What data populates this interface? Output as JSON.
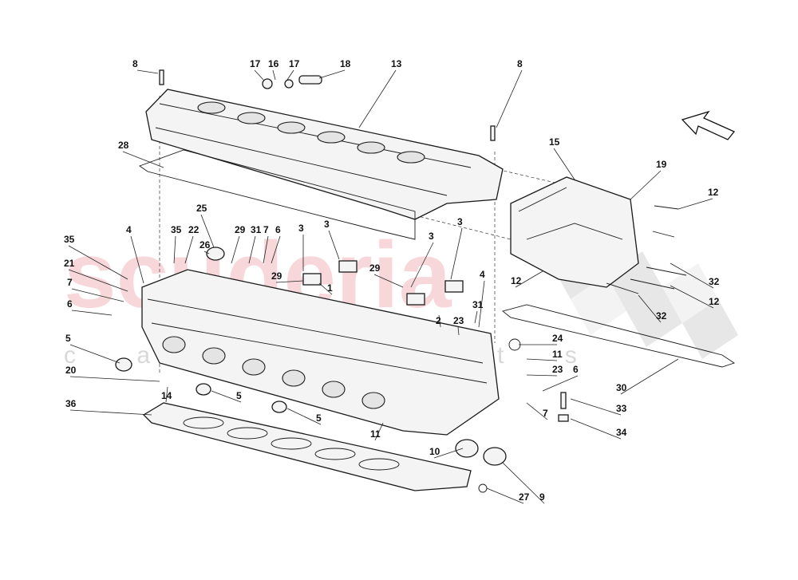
{
  "watermark": {
    "brand": "scuderia",
    "sub": "c a r p a r t s"
  },
  "direction_icon": "arrow-up-left-icon",
  "callouts": [
    {
      "id": "c1",
      "text": "8"
    },
    {
      "id": "c2",
      "text": "17"
    },
    {
      "id": "c3",
      "text": "16"
    },
    {
      "id": "c4",
      "text": "17"
    },
    {
      "id": "c5",
      "text": "18"
    },
    {
      "id": "c6",
      "text": "13"
    },
    {
      "id": "c7",
      "text": "8"
    },
    {
      "id": "c8",
      "text": "28"
    },
    {
      "id": "c9",
      "text": "15"
    },
    {
      "id": "c10",
      "text": "19"
    },
    {
      "id": "c11",
      "text": "12"
    },
    {
      "id": "c12",
      "text": "25"
    },
    {
      "id": "c13",
      "text": "35"
    },
    {
      "id": "c14",
      "text": "22"
    },
    {
      "id": "c15",
      "text": "29"
    },
    {
      "id": "c16",
      "text": "31"
    },
    {
      "id": "c17",
      "text": "7"
    },
    {
      "id": "c18",
      "text": "6"
    },
    {
      "id": "c19",
      "text": "26"
    },
    {
      "id": "c20",
      "text": "3"
    },
    {
      "id": "c21",
      "text": "3"
    },
    {
      "id": "c22",
      "text": "3"
    },
    {
      "id": "c23",
      "text": "3"
    },
    {
      "id": "c24",
      "text": "4"
    },
    {
      "id": "c25",
      "text": "35"
    },
    {
      "id": "c26",
      "text": "21"
    },
    {
      "id": "c27",
      "text": "7"
    },
    {
      "id": "c28",
      "text": "6"
    },
    {
      "id": "c29",
      "text": "29"
    },
    {
      "id": "c30",
      "text": "1"
    },
    {
      "id": "c31",
      "text": "29"
    },
    {
      "id": "c32",
      "text": "4"
    },
    {
      "id": "c33",
      "text": "12"
    },
    {
      "id": "c34",
      "text": "32"
    },
    {
      "id": "c35",
      "text": "12"
    },
    {
      "id": "c36",
      "text": "32"
    },
    {
      "id": "c37",
      "text": "31"
    },
    {
      "id": "c38",
      "text": "2"
    },
    {
      "id": "c39",
      "text": "23"
    },
    {
      "id": "c40",
      "text": "5"
    },
    {
      "id": "c41",
      "text": "24"
    },
    {
      "id": "c42",
      "text": "11"
    },
    {
      "id": "c43",
      "text": "23"
    },
    {
      "id": "c44",
      "text": "20"
    },
    {
      "id": "c45",
      "text": "14"
    },
    {
      "id": "c46",
      "text": "5"
    },
    {
      "id": "c47",
      "text": "6"
    },
    {
      "id": "c48",
      "text": "30"
    },
    {
      "id": "c49",
      "text": "36"
    },
    {
      "id": "c50",
      "text": "5"
    },
    {
      "id": "c51",
      "text": "7"
    },
    {
      "id": "c52",
      "text": "33"
    },
    {
      "id": "c53",
      "text": "11"
    },
    {
      "id": "c54",
      "text": "34"
    },
    {
      "id": "c55",
      "text": "10"
    },
    {
      "id": "c56",
      "text": "27"
    },
    {
      "id": "c57",
      "text": "9"
    }
  ]
}
